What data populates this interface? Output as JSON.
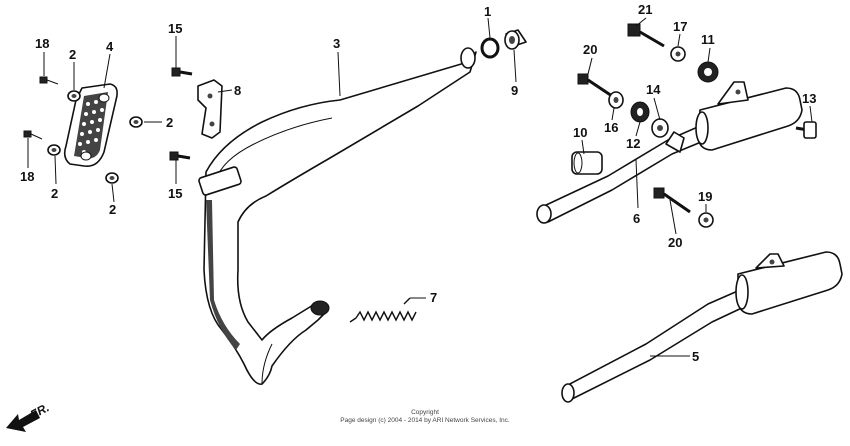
{
  "callouts": {
    "c1": "1",
    "c2a": "2",
    "c2b": "2",
    "c2c": "2",
    "c2d": "2",
    "c3": "3",
    "c4": "4",
    "c5": "5",
    "c6": "6",
    "c7": "7",
    "c8": "8",
    "c9": "9",
    "c10": "10",
    "c11": "11",
    "c12": "12",
    "c13": "13",
    "c14": "14",
    "c15a": "15",
    "c15b": "15",
    "c16": "16",
    "c17": "17",
    "c18a": "18",
    "c18b": "18",
    "c19": "19",
    "c20a": "20",
    "c20b": "20",
    "c21": "21"
  },
  "direction_label": "FR.",
  "copyright": {
    "line1": "Copyright",
    "line2": "Page design (c) 2004 - 2014 by ARI Network Services, Inc."
  }
}
